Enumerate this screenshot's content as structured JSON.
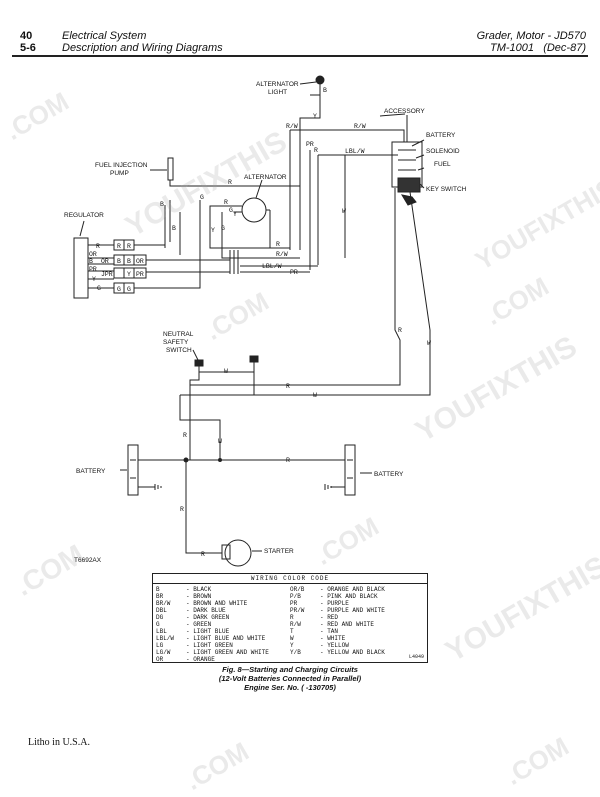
{
  "header": {
    "page_number": "40",
    "section_number": "5-6",
    "section_title": "Electrical System",
    "subtitle": "Description and Wiring Diagrams",
    "machine": "Grader, Motor - JD570",
    "manual": "TM-1001",
    "date": "(Dec-87)"
  },
  "labels": {
    "alternator_light": "ALTERNATOR",
    "alternator_light_2": "LIGHT",
    "accessory": "ACCESSORY",
    "battery_top": "BATTERY",
    "solenoid": "SOLENOID",
    "fuel": "FUEL",
    "key_switch": "KEY SWITCH",
    "fuel_injection": "FUEL INJECTION",
    "pump": "PUMP",
    "alternator": "ALTERNATOR",
    "regulator": "REGULATOR",
    "neutral": "NEUTRAL",
    "safety": "SAFETY",
    "switch": "SWITCH",
    "battery_left": "BATTERY",
    "battery_right": "BATTERY",
    "starter": "STARTER",
    "figure_code": "T6692AX"
  },
  "wire_labels": {
    "b_top": "B",
    "y_top": "Y",
    "rw_1": "R/W",
    "rw_2": "R/W",
    "pr_1": "PR",
    "r_1": "R",
    "lblw_1": "LBL/W",
    "r_fuel": "R",
    "b_reg": "B",
    "g_alt": "G",
    "r_alt": "R",
    "g_alt2": "G",
    "y_alt": "Y",
    "b_alt": "B",
    "y_alt2": "Y",
    "g_alt3": "G",
    "r_alt2": "R",
    "rw_alt": "R/W",
    "lblw_alt": "LBL/W",
    "pr_alt": "PR",
    "w_right": "W",
    "r_right": "R",
    "w_right2": "W",
    "w_neutral": "W",
    "r_mid": "R",
    "w_mid": "W",
    "r_bat1": "R",
    "w_bat1": "W",
    "r_bat_mid": "R",
    "r_bat_down": "R",
    "r_starter": "R",
    "reg_r": "R",
    "reg_or": "OR",
    "reg_b": "B",
    "reg_pr": "PR",
    "reg_y": "Y",
    "reg_g": "G",
    "term_r": "R",
    "term_r2": "R",
    "term_b": "B",
    "term_b2": "B",
    "term_or": "OR",
    "term_or2": "OR",
    "term_jpr": "JPR",
    "term_y": "Y",
    "term_pr": "PR",
    "term_g": "G",
    "term_g2": "G"
  },
  "legend": {
    "title": "WIRING COLOR CODE",
    "left": [
      {
        "code": "B",
        "name": "- BLACK"
      },
      {
        "code": "BR",
        "name": "- BROWN"
      },
      {
        "code": "BR/W",
        "name": "- BROWN AND WHITE"
      },
      {
        "code": "DBL",
        "name": "- DARK BLUE"
      },
      {
        "code": "DG",
        "name": "- DARK GREEN"
      },
      {
        "code": "G",
        "name": "- GREEN"
      },
      {
        "code": "LBL",
        "name": "- LIGHT BLUE"
      },
      {
        "code": "LBL/W",
        "name": "- LIGHT BLUE AND WHITE"
      },
      {
        "code": "LG",
        "name": "- LIGHT GREEN"
      },
      {
        "code": "LG/W",
        "name": "- LIGHT GREEN AND WHITE"
      },
      {
        "code": "OR",
        "name": "- ORANGE"
      }
    ],
    "right": [
      {
        "code": "OR/B",
        "name": "- ORANGE AND BLACK"
      },
      {
        "code": "P/B",
        "name": "- PINK AND BLACK"
      },
      {
        "code": "PR",
        "name": "- PURPLE"
      },
      {
        "code": "PR/W",
        "name": "- PURPLE AND WHITE"
      },
      {
        "code": "R",
        "name": "- RED"
      },
      {
        "code": "R/W",
        "name": "- RED AND WHITE"
      },
      {
        "code": "T",
        "name": "- TAN"
      },
      {
        "code": "W",
        "name": "- WHITE"
      },
      {
        "code": "Y",
        "name": "- YELLOW"
      },
      {
        "code": "Y/B",
        "name": "- YELLOW AND BLACK"
      }
    ],
    "ref": "L4049"
  },
  "caption": {
    "line1": "Fig. 8—Starting and Charging Circuits",
    "line2": "(12-Volt Batteries Connected in Parallel)",
    "line3": "Engine Ser. No. (      -130705)"
  },
  "footer": "Litho in U.S.A.",
  "watermarks": [
    ".COM",
    "YOUFIXTHIS",
    "YOUFIXTHIS",
    ".COM",
    "YOUFIXTHIS",
    ".COM",
    ".COM",
    "YOUFIXTHIS",
    ".COM",
    ".COM",
    ".COM"
  ]
}
